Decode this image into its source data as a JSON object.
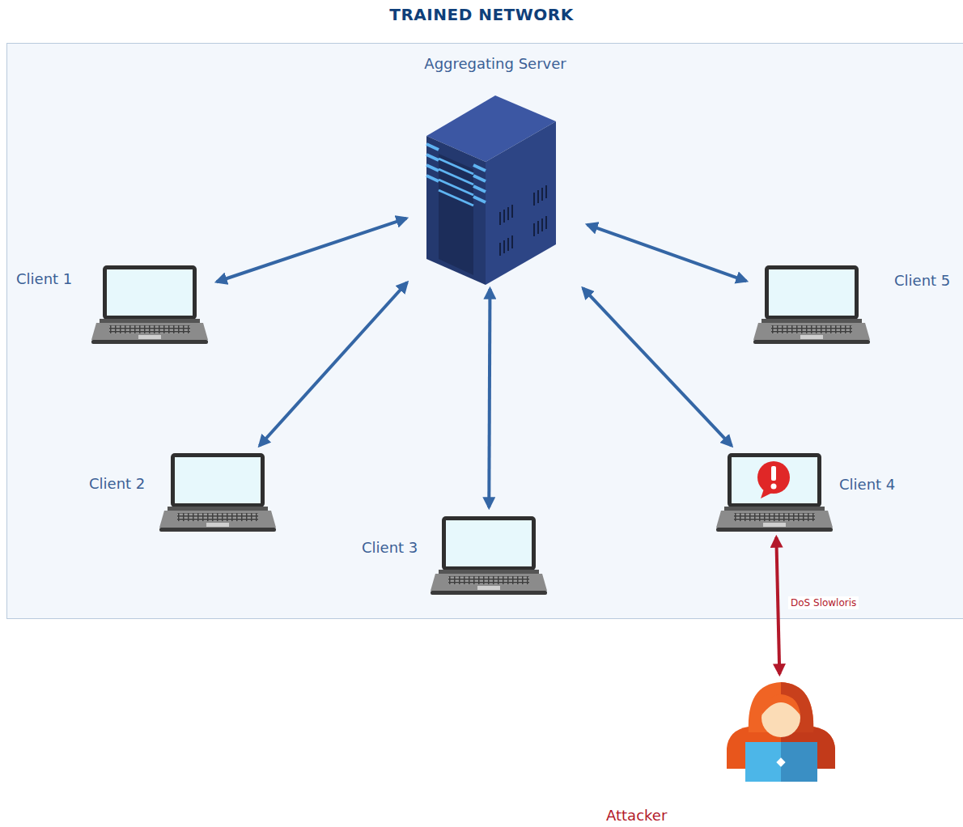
{
  "diagram": {
    "title": "TRAINED NETWORK",
    "nodes": [
      {
        "text": [
          "Aggregating Server"
        ]
      },
      {
        "text": [
          "Client 1"
        ]
      },
      {
        "text": [
          "Client 2"
        ]
      },
      {
        "text": [
          "Client 3"
        ]
      },
      {
        "text": [
          "Client 4"
        ]
      },
      {
        "text": [
          "Client 5"
        ]
      },
      {
        "text": [
          "Attacker"
        ]
      }
    ],
    "edges": [
      {
        "from": 0,
        "to": 1,
        "arrow": "both"
      },
      {
        "from": 0,
        "to": 2,
        "arrow": "both"
      },
      {
        "from": 0,
        "to": 3,
        "arrow": "both"
      },
      {
        "from": 0,
        "to": 4,
        "arrow": "both"
      },
      {
        "from": 0,
        "to": 5,
        "arrow": "both"
      },
      {
        "from": 4,
        "to": 6,
        "label": "DoS Slowloris",
        "arrow": "both"
      }
    ]
  }
}
